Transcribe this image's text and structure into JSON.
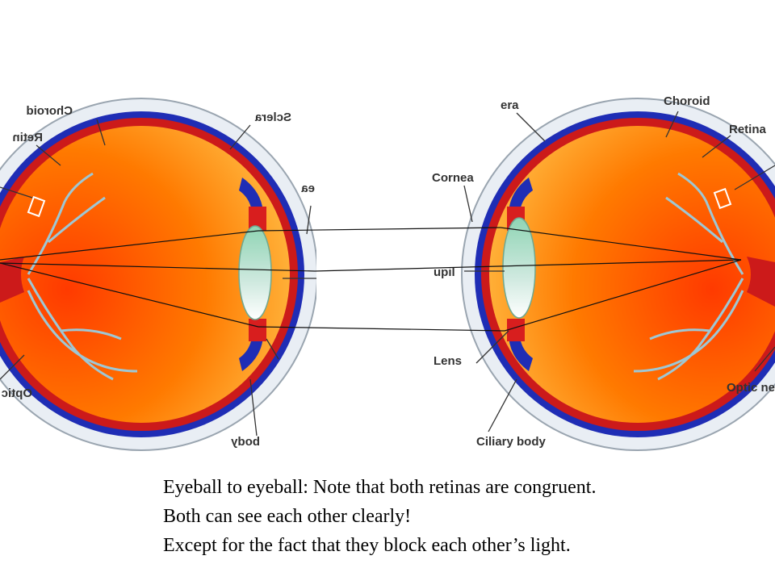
{
  "diagram": {
    "left_eye_labels": {
      "choroid": "Choroid",
      "sclera": "Sclera",
      "retina": "Retin",
      "optic": "Optic",
      "ciliary": "body",
      "cornea_fragment": "ea"
    },
    "right_eye_labels": {
      "sclera": "era",
      "choroid": "Choroid",
      "retina": "Retina",
      "cornea": "Cornea",
      "pupil": "upil",
      "lens": "Lens",
      "optic": "Optic ne",
      "ciliary": "Ciliary body"
    },
    "colors": {
      "retina_red": "#cc1a1a",
      "choroid_blue": "#1f2db5",
      "vitreous_orange": "#ff6a00",
      "vitreous_yellow": "#ffc040",
      "lens_green": "#9fd7c0",
      "vessel_blue": "#9ec7d4",
      "sclera_white": "#e8eef4"
    }
  },
  "caption": {
    "line1": "Eyeball to eyeball: Note that both retinas are congruent.",
    "line2": "Both can see each other clearly!",
    "line3": "Except for the fact that they block each other’s light."
  }
}
